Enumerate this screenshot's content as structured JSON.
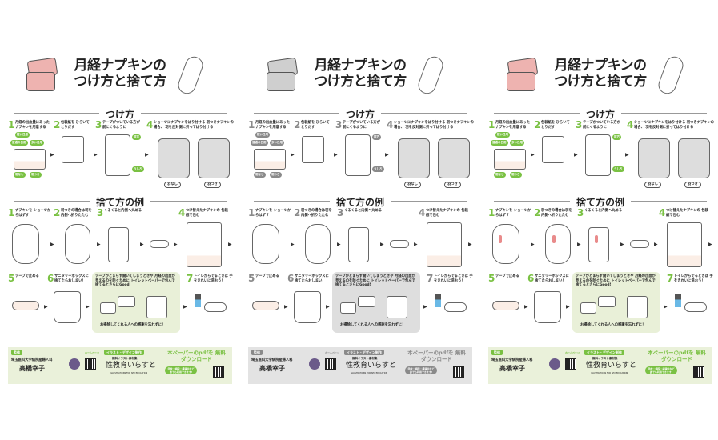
{
  "posters": [
    {
      "variant": "color",
      "accent": "#7ac143",
      "pink": "#eeb3b0",
      "footbg": "#eaf1da",
      "tipbg": "#e9f0d8"
    },
    {
      "variant": "grayscale",
      "accent": "#8a8a8a",
      "pink": "#cfcfcf",
      "footbg": "#e3e3e3",
      "tipbg": "#dedede"
    },
    {
      "variant": "color-marked",
      "accent": "#7ac143",
      "pink": "#eeb3b0",
      "footbg": "#eaf1da",
      "tipbg": "#e9f0d8"
    }
  ],
  "content": {
    "title_line1": "月経ナプキンの",
    "title_line2": "つけ方と捨て方",
    "section_attach": "つけ方",
    "section_dispose": "捨て方の例",
    "attach_steps": [
      {
        "num": "1",
        "text": "月経の出血量にあった ナプキンを用意する"
      },
      {
        "num": "2",
        "text": "包装紙を ひらいてとりだす"
      },
      {
        "num": "3",
        "text": "テープがついている方が 前にくるように"
      },
      {
        "num": "4",
        "text": "ショーツにナプキンをはり付ける 羽つきナプキンの場合、 羽を反対側に折ってはり付ける"
      }
    ],
    "type_pills": [
      "軽い日用",
      "普通の日用",
      "多い日用",
      "羽なし",
      "羽つき"
    ],
    "direction_front": "前方",
    "direction_back": "うしろ",
    "wing_none": "羽なし",
    "wing_with": "羽つき",
    "dispose_steps": [
      {
        "num": "1",
        "text": "ナプキンを ショーツからはずす"
      },
      {
        "num": "2",
        "text": "羽つきの場合は羽を 内側へ折りたたむ"
      },
      {
        "num": "3",
        "text": "くるくると内側へ丸める"
      },
      {
        "num": "4",
        "text": "つけ替えたナプキンの 包装紙で包む"
      },
      {
        "num": "5",
        "text": "テープで止める"
      },
      {
        "num": "6",
        "text": "サニタリーボックスに 捨てたらおしまい！"
      },
      {
        "num": "7",
        "text": "トイレからでるときは 手をきれいに洗おう！"
      }
    ],
    "tip_text": "テープがとまらず開いてしまうときや 月経の出血が見えるのを防ぐために トイレットペーパーで包んで捨てるとさらにGood!",
    "tip_thanks": "お掃除してくれる人への感謝を忘れずに！",
    "footer": {
      "supervisor_tag": "監修",
      "affiliation": "埼玉医科大学病院産婦人科",
      "name": "高橋幸子",
      "homepage": "ホームページ",
      "design_tag": "イラスト・デザイン制作",
      "site_sub": "無料イラスト素材集",
      "site_name": "性教育いらすと",
      "site_en": "ILLUSTRATIONS FOR SEX EDUCATION",
      "download": "本ペーパーのpdfを 無料ダウンロード",
      "usage": "学校・病院・講演会など 誰でも利用できます!"
    }
  }
}
